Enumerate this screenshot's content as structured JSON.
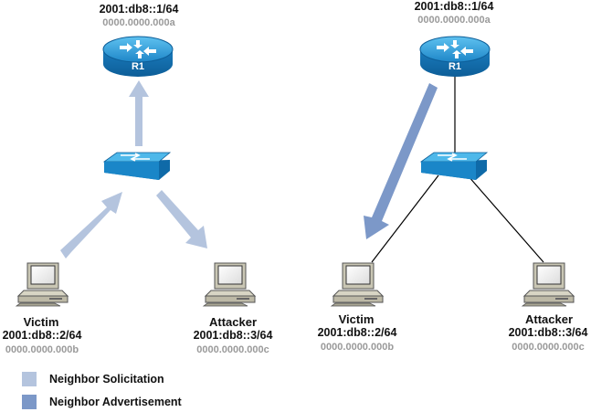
{
  "colors": {
    "solicitation": "#b4c4de",
    "advertisement": "#7c98c8",
    "device_blue": "#1f8fd0",
    "link": "#000000"
  },
  "left": {
    "router": {
      "name": "R1",
      "ip": "2001:db8::1/64",
      "mac": "0000.0000.000a"
    },
    "victim": {
      "name": "Victim",
      "ip": "2001:db8::2/64",
      "mac": "0000.0000.000b"
    },
    "attacker": {
      "name": "Attacker",
      "ip": "2001:db8::3/64",
      "mac": "0000.0000.000c"
    }
  },
  "right": {
    "router": {
      "name": "R1",
      "ip": "2001:db8::1/64",
      "mac": "0000.0000.000a"
    },
    "victim": {
      "name": "Victim",
      "ip": "2001:db8::2/64",
      "mac": "0000.0000.000b"
    },
    "attacker": {
      "name": "Attacker",
      "ip": "2001:db8::3/64",
      "mac": "0000.0000.000c"
    }
  },
  "legend": [
    {
      "label": "Neighbor Solicitation",
      "color": "#b4c4de"
    },
    {
      "label": "Neighbor Advertisement",
      "color": "#7c98c8"
    }
  ]
}
